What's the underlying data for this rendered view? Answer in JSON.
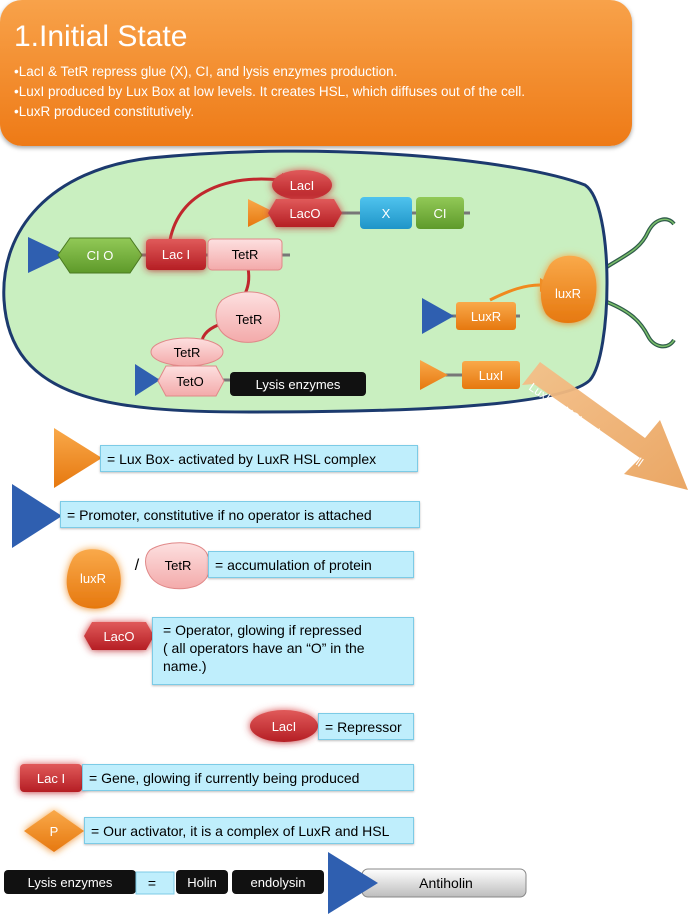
{
  "title": {
    "heading": "1.Initial State",
    "bullets": [
      "•LacI & TetR repress glue (X), CI,  and lysis enzymes production.",
      "•LuxI produced by Lux Box at low levels. It creates HSL, which diffuses out of the cell.",
      "•LuxR produced constitutively."
    ]
  },
  "cell": {
    "cio": "CI O",
    "laci_gene": "Lac I",
    "tetr_gene": "TetR",
    "laci_repressor": "LacI",
    "laco": "LacO",
    "x": "X",
    "ci": "CI",
    "tetr_protein": "TetR",
    "tetr_bound": "TetR",
    "teto": "TetO",
    "lysis": "Lysis enzymes",
    "luxr_gene": "LuxR",
    "luxr_protein": "luxR",
    "luxi_gene": "LuxI",
    "luxi_arrow": "LuxI → HSL→ leaves cell"
  },
  "legend": {
    "luxbox": "= Lux Box- activated by LuxR HSL complex",
    "promoter": "= Promoter, constitutive if no operator is attached",
    "protein_luxr": "luxR",
    "slash": "/",
    "protein_tetr": "TetR",
    "protein": "= accumulation of protein",
    "operator_chip": "LacO",
    "operator_line1": "= Operator, glowing if repressed",
    "operator_line2": "( all operators have an “O” in the",
    "operator_line3": "name.)",
    "repressor_chip": "LacI",
    "repressor": "= Repressor",
    "gene_chip": "Lac I",
    "gene": "= Gene, glowing if currently being produced",
    "activator_chip": "P",
    "activator": "= Our activator, it is a complex of LuxR and HSL",
    "lysis_chip": "Lysis enzymes",
    "equals": "=",
    "holin": "Holin",
    "endolysin": "endolysin",
    "antiholin": "Antiholin"
  },
  "colors": {
    "title_orange": "#f08a2a",
    "cell_fill": "#c9efc0",
    "cell_border": "#1c3a6e",
    "promoter_blue": "#2f5fb0",
    "lux_orange": "#f0891e",
    "gene_red": "#c0272d",
    "protein_pink": "#f8c4c4",
    "legend_blue": "#bfeefc"
  }
}
